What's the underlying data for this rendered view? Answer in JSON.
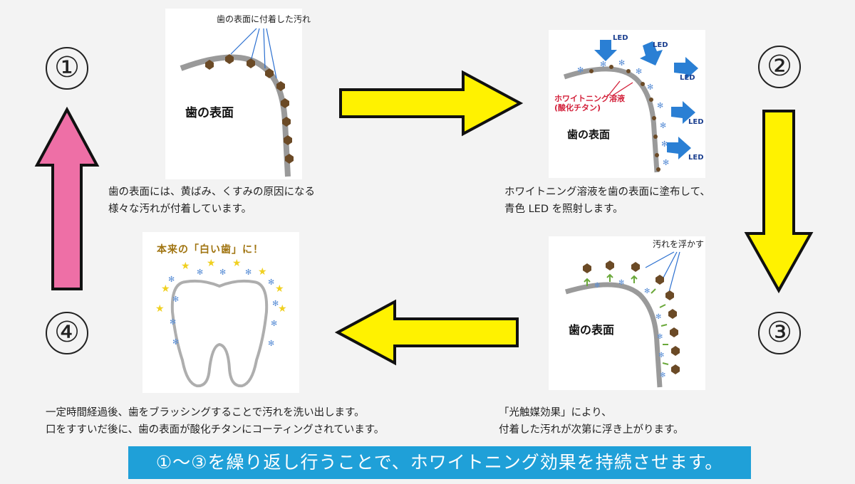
{
  "step1": {
    "number": "①",
    "pointer_label": "歯の表面に付着した汚れ",
    "tooth_label": "歯の表面",
    "caption_line1": "歯の表面には、黄ばみ、くすみの原因になる",
    "caption_line2": "様々な汚れが付着しています。"
  },
  "step2": {
    "number": "②",
    "led_labels": [
      "LED",
      "LED",
      "LED",
      "LED",
      "LED"
    ],
    "solution_line1": "ホワイトニング溶液",
    "solution_line2": "(酸化チタン)",
    "tooth_label": "歯の表面",
    "caption_line1": "ホワイトニング溶液を歯の表面に塗布して、",
    "caption_line2": "青色 LED を照射します。"
  },
  "step3": {
    "number": "③",
    "pointer_label": "汚れを浮かす",
    "tooth_label": "歯の表面",
    "caption_line1": "「光触媒効果」により、",
    "caption_line2": "付着した汚れが次第に浮き上がります。"
  },
  "step4": {
    "number": "④",
    "title": "本来の「白い歯」に！",
    "caption_line1": "一定時間経過後、歯をブラッシングすることで汚れを洗い出します。",
    "caption_line2": "口をすすいだ後に、歯の表面が酸化チタンにコーティングされています。"
  },
  "banner": {
    "text": "①〜③を繰り返し行うことで、ホワイトニング効果を持続させます。"
  },
  "colors": {
    "arrow_yellow": "#fff200",
    "arrow_pink": "#ee6fa6",
    "banner_blue": "#1fa0d8",
    "stain_brown": "#6b4a26",
    "led_blue": "#2a7fd4",
    "solution_red": "#d3203a"
  }
}
